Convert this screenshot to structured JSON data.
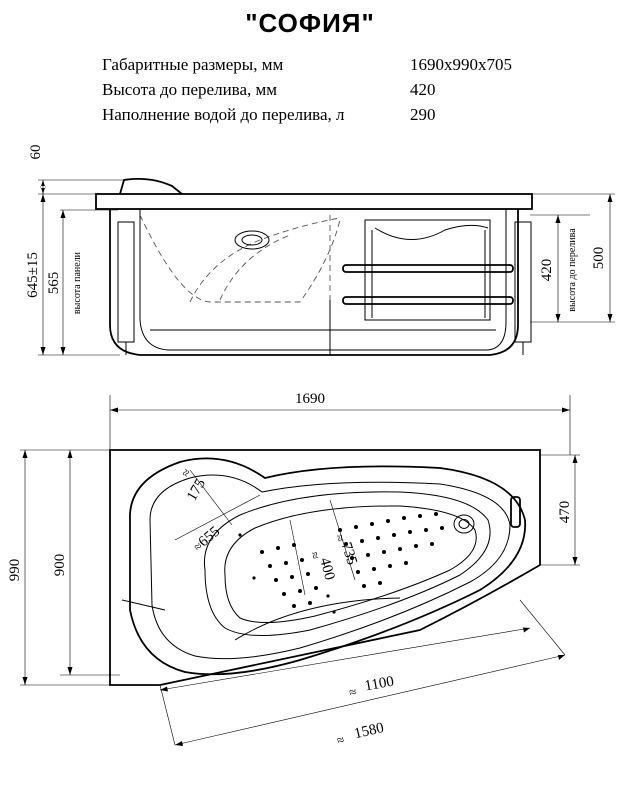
{
  "title": "\"СОФИЯ\"",
  "specs": [
    {
      "label": "Габаритные размеры, мм",
      "value": "1690х990х705"
    },
    {
      "label": "Высота до перелива, мм",
      "value": "420"
    },
    {
      "label": "Наполнение водой до перелива, л",
      "value": "290"
    }
  ],
  "side_view": {
    "dim_top": "60",
    "dim_total_height": "645±15",
    "dim_panel": "565",
    "label_panel": "высота панели",
    "dim_overflow": "420",
    "label_overflow": "высота до перелива",
    "dim_right": "500"
  },
  "top_view": {
    "dim_length": "1690",
    "dim_width": "990",
    "dim_inner_width": "900",
    "dim_right_side": "470",
    "dim_175": "175",
    "dim_655": "655",
    "dim_400": "400",
    "dim_735": "735",
    "dim_1100": "1100",
    "dim_1580": "1580"
  }
}
